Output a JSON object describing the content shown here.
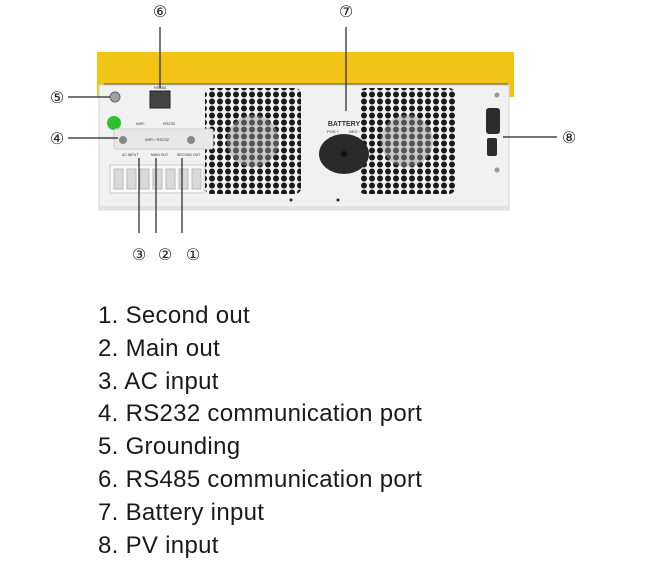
{
  "callouts": [
    "①",
    "②",
    "③",
    "④",
    "⑤",
    "⑥",
    "⑦",
    "⑧"
  ],
  "device_labels": {
    "rs485": "RS485",
    "wifi": "WIFI",
    "rs232": "RS232",
    "wifi_rs232": "WIFI / RS232",
    "ac_input": "AC INPUT",
    "main_out": "MAIN OUT",
    "second_out": "SECOND OUT",
    "battery": "BATTERY",
    "pos": "POS +",
    "neg": "NEG −"
  },
  "legend": [
    "1. Second out",
    "2. Main out",
    "3. AC input",
    "4. RS232 communication port",
    "5. Grounding",
    "6. RS485 communication port",
    "7. Battery input",
    "8. PV input"
  ],
  "colors": {
    "housing_top": "#f2c418",
    "housing_body": "#f1f1f1",
    "indicator": "#2fbf2f",
    "gland": "#2a2a2a"
  }
}
